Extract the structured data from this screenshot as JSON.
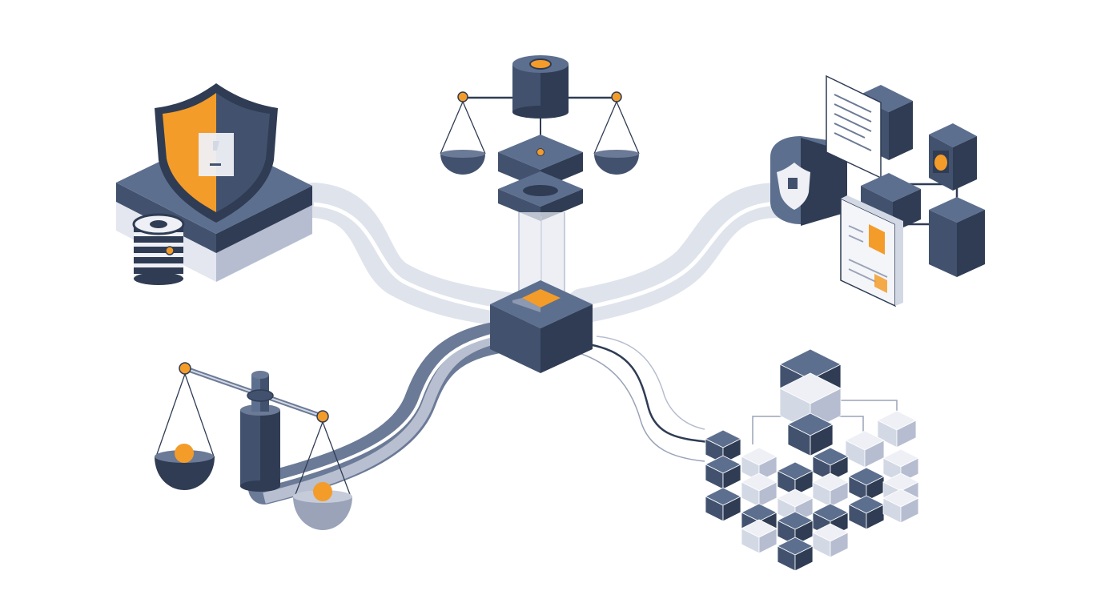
{
  "palette": {
    "background": "#ffffff",
    "navy_top": "#5d6f8f",
    "navy_left": "#42526e",
    "navy_right": "#2f3c54",
    "light_top": "#eef0f6",
    "light_left": "#d3d8e5",
    "light_right": "#b6bdd0",
    "orange": "#f39c2a",
    "orange_dark": "#c97a17",
    "line": "#2f3c54",
    "flow_light": "#dfe3ec",
    "flow_mid": "#c6cbda",
    "flow_dark": "#6b7a96"
  },
  "illustration": {
    "theme": "isometric-governance-network",
    "icons": [
      "shield-icon",
      "database-icon",
      "balance-scale-icon",
      "central-hub-cube",
      "document-icon",
      "cube-cluster"
    ]
  }
}
